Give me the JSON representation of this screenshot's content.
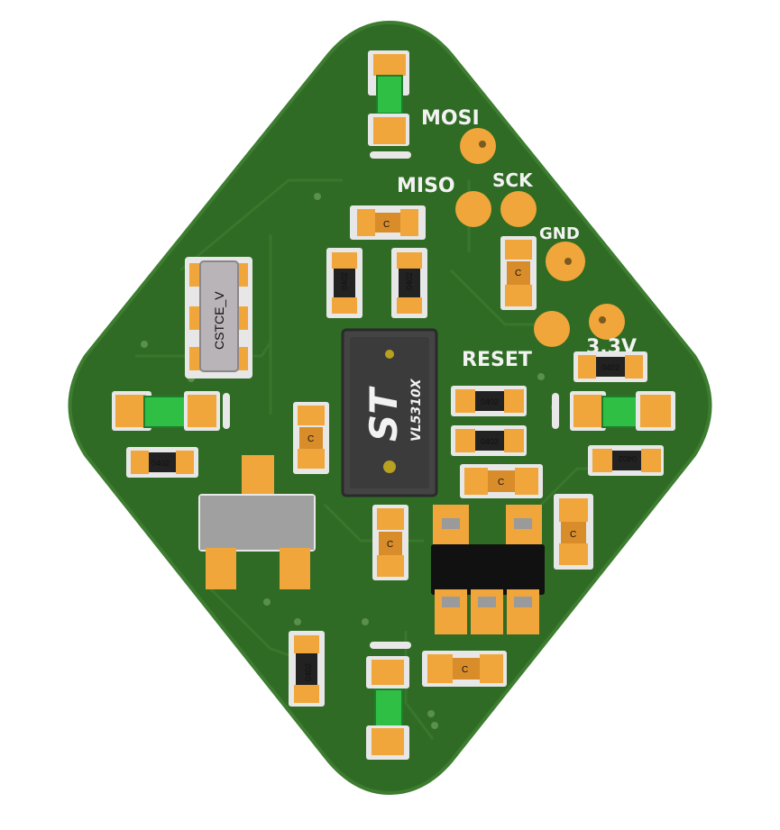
{
  "labels": {
    "mosi": "MOSI",
    "miso": "MISO",
    "sck": "SCK",
    "gnd": "GND",
    "reset": "RESET",
    "v33": "3.3V",
    "crystal": "CSTCE_V",
    "chip_logo": "ST",
    "chip_part": "VL5310X",
    "res_0402": "0402",
    "cap_c": "C"
  },
  "colors": {
    "board": "#2f6b24",
    "board_edge": "#3d7d30",
    "pad": "#f0a63a",
    "led": "#2fbf45",
    "chip": "#444444",
    "ic_black": "#111111",
    "crystal_body": "#b9b4b8"
  }
}
